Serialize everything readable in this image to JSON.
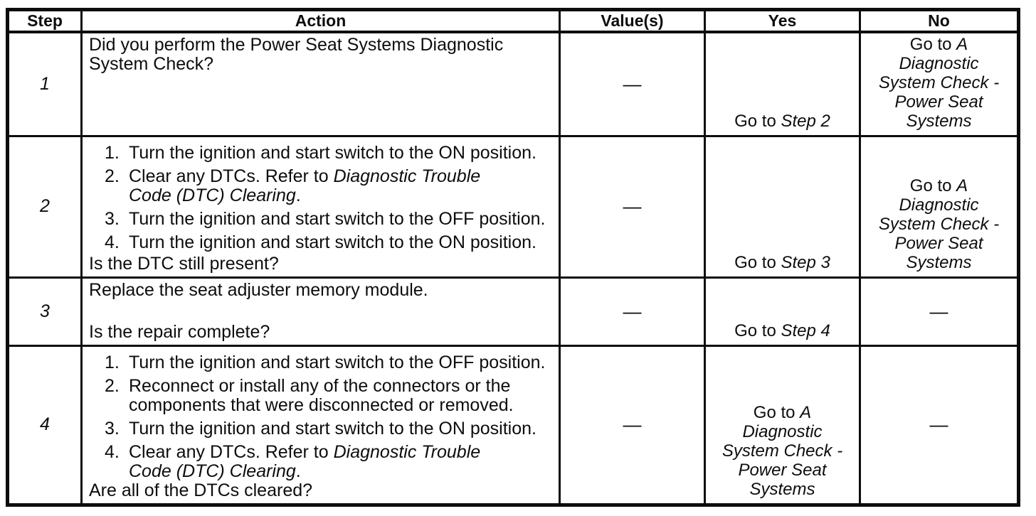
{
  "colors": {
    "ink": "#0d0d0d",
    "paper": "#ffffff"
  },
  "table": {
    "headers": [
      {
        "label": "Step"
      },
      {
        "label": "Action"
      },
      {
        "label": "Value(s)"
      },
      {
        "label": "Yes"
      },
      {
        "label": "No"
      }
    ],
    "rows": [
      {
        "step": "1",
        "action": {
          "lead": [
            {
              "t": "Did you perform the Power Seat Systems Diagnostic"
            },
            {
              "br": true
            },
            {
              "t": "System Check?"
            }
          ],
          "items": [],
          "question": null
        },
        "value": "—",
        "yes": [
          {
            "t": "Go to "
          },
          {
            "t": "Step 2",
            "i": true
          }
        ],
        "no": [
          {
            "t": "Go to "
          },
          {
            "t": "A Diagnostic System Check - Power Seat Systems",
            "i": true
          }
        ]
      },
      {
        "step": "2",
        "action": {
          "lead": null,
          "items": [
            [
              {
                "t": "Turn the ignition and start switch to the ON position."
              }
            ],
            [
              {
                "t": "Clear any DTCs. Refer to "
              },
              {
                "t": "Diagnostic Trouble",
                "i": true
              },
              {
                "br": true
              },
              {
                "t": "Code (DTC) Clearing",
                "i": true
              },
              {
                "t": "."
              }
            ],
            [
              {
                "t": "Turn the ignition and start switch to the OFF position."
              }
            ],
            [
              {
                "t": "Turn the ignition and start switch to the ON position."
              }
            ]
          ],
          "question": [
            {
              "t": "Is the DTC still present?"
            }
          ]
        },
        "value": "—",
        "yes": [
          {
            "t": "Go to "
          },
          {
            "t": "Step 3",
            "i": true
          }
        ],
        "no": [
          {
            "t": "Go to "
          },
          {
            "t": "A Diagnostic System Check - Power Seat Systems",
            "i": true
          }
        ]
      },
      {
        "step": "3",
        "action": {
          "lead": [
            {
              "t": "Replace the seat adjuster memory module."
            }
          ],
          "items": [],
          "question": [
            {
              "t": "Is the repair complete?"
            }
          ]
        },
        "value": "—",
        "yes": [
          {
            "t": "Go to "
          },
          {
            "t": "Step 4",
            "i": true
          }
        ],
        "no": [
          {
            "t": "—"
          }
        ]
      },
      {
        "step": "4",
        "action": {
          "lead": null,
          "items": [
            [
              {
                "t": "Turn the ignition and start switch to the OFF position."
              }
            ],
            [
              {
                "t": "Reconnect or install any of the connectors or the"
              },
              {
                "br": true
              },
              {
                "t": "components that were disconnected or removed."
              }
            ],
            [
              {
                "t": "Turn the ignition and start switch to the ON position."
              }
            ],
            [
              {
                "t": "Clear any DTCs. Refer to "
              },
              {
                "t": "Diagnostic Trouble",
                "i": true
              },
              {
                "br": true
              },
              {
                "t": "Code (DTC) Clearing",
                "i": true
              },
              {
                "t": "."
              }
            ]
          ],
          "question": [
            {
              "t": "Are all of the DTCs cleared?"
            }
          ]
        },
        "value": "—",
        "yes": [
          {
            "t": "Go to "
          },
          {
            "t": "A Diagnostic System Check - Power Seat Systems",
            "i": true
          }
        ],
        "no": [
          {
            "t": "—"
          }
        ]
      }
    ]
  }
}
